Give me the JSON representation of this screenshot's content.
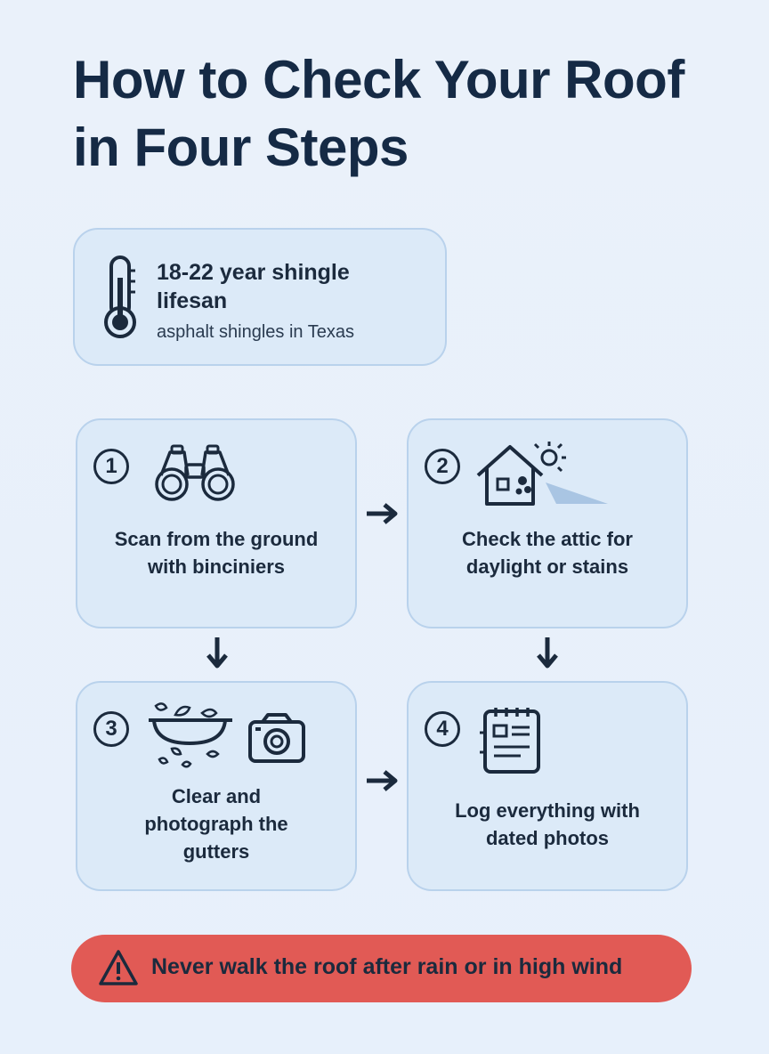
{
  "title": "How to Check Your Roof in Four Steps",
  "stat": {
    "value": "18-22 year shingle lifesan",
    "note": "asphalt shingles in Texas",
    "icon": "thermometer-icon"
  },
  "steps": [
    {
      "number": "1",
      "label": "Scan from the ground with binciniers",
      "icon": "binoculars-icon"
    },
    {
      "number": "2",
      "label": "Check the attic for daylight or stains",
      "icon": "house-sun-icon"
    },
    {
      "number": "3",
      "label": "Clear and photograph the gutters",
      "icon": "gutter-leaves-camera-icon"
    },
    {
      "number": "4",
      "label": "Log everything with dated photos",
      "icon": "notebook-icon"
    }
  ],
  "warning": {
    "text": "Never walk the roof after rain or in high wind",
    "icon": "warning-triangle-icon",
    "color": "#e15a55"
  },
  "colors": {
    "background": "#e9f1fb",
    "card": "#dceaf8",
    "card_border": "#b9d2ec",
    "ink": "#1b2a3d"
  }
}
